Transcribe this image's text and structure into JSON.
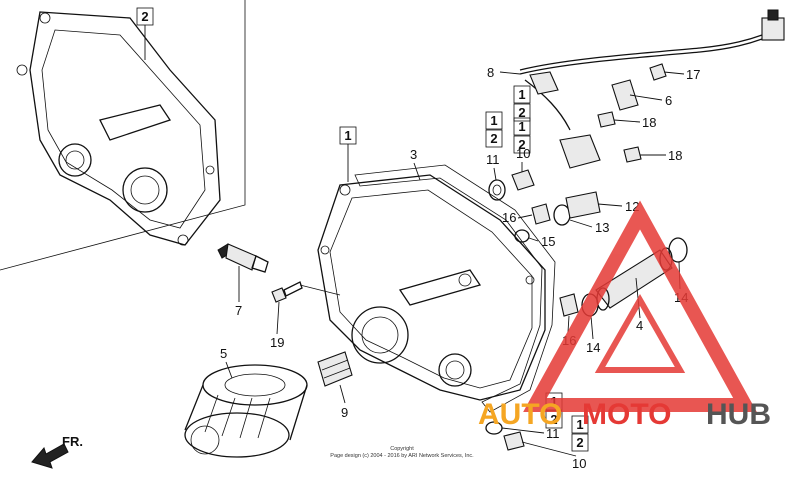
{
  "callouts": {
    "c1": "1",
    "c2": "2",
    "c3": "3",
    "c4": "4",
    "c5": "5",
    "c6": "6",
    "c7": "7",
    "c8": "8",
    "c9": "9",
    "c10a": "10",
    "c10b": "10",
    "c11a": "11",
    "c11b": "11",
    "c12": "12",
    "c13": "13",
    "c14a": "14",
    "c14b": "14",
    "c15": "15",
    "c16a": "16",
    "c16b": "16",
    "c17": "17",
    "c18a": "18",
    "c18b": "18",
    "c19": "19"
  },
  "boxes": {
    "top_left": "2",
    "main": "1",
    "set_a_1": "1",
    "set_a_2": "2",
    "set_b_1": "1",
    "set_b_2": "2",
    "set_c_1": "1",
    "set_c_2": "2",
    "set_d_1": "1",
    "set_d_2": "2"
  },
  "direction_label": "FR.",
  "copyright": {
    "line1": "Copyright",
    "line2": "Page design (c) 2004 - 2016 by ARI Network Services, Inc."
  },
  "watermark": {
    "part1": "AUTO",
    "part2": "MOTO",
    "part3": "HUB",
    "color_red": "#e53935",
    "color_orange": "#f5a623",
    "color_gray": "#555555"
  }
}
